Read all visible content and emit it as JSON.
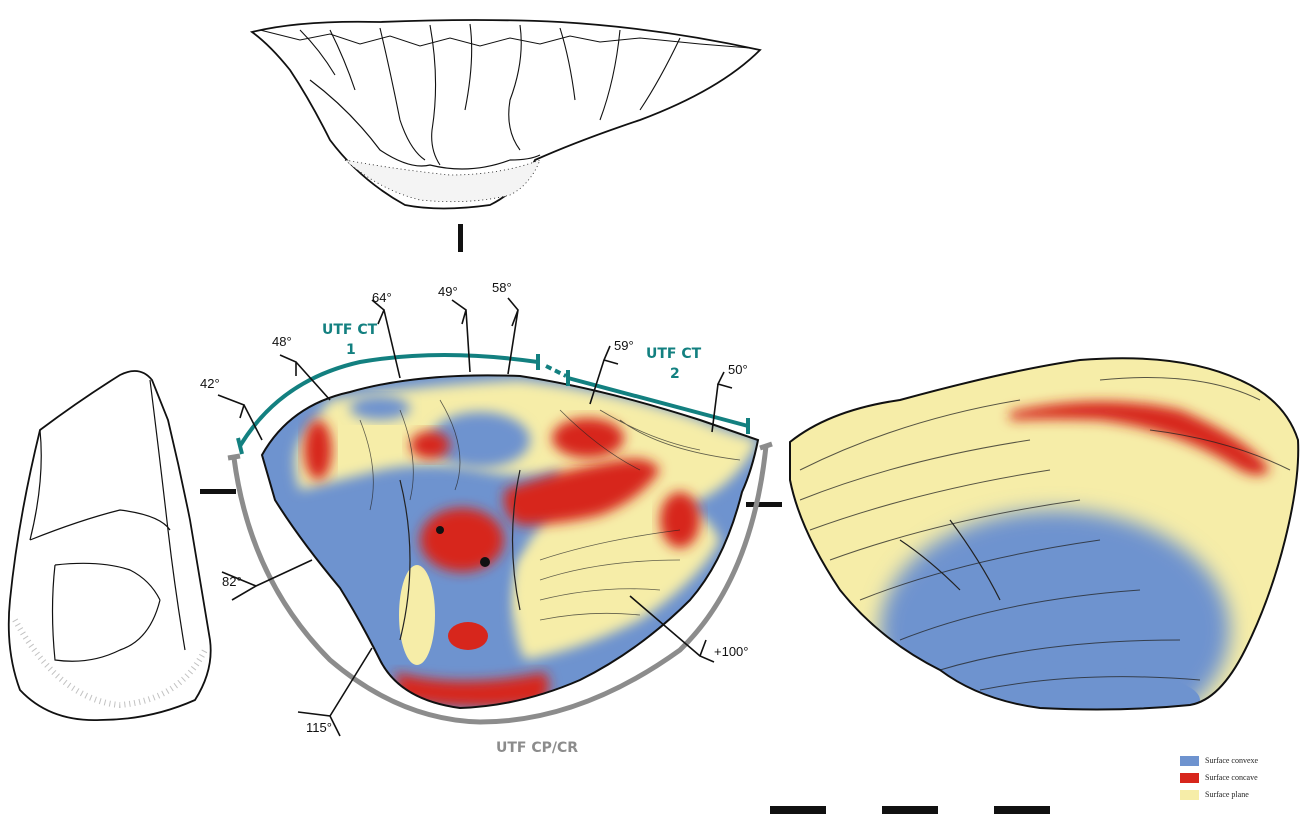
{
  "colors": {
    "convex": "#6e93cf",
    "concave": "#d7261c",
    "flat": "#f6eda8",
    "teal": "#138080",
    "gray": "#8c8c8c"
  },
  "labels": {
    "utf_ct1_line1": "UTF CT",
    "utf_ct1_line2": "1",
    "utf_ct2_line1": "UTF CT",
    "utf_ct2_line2": "2",
    "utf_cp_cr": "UTF CP/CR"
  },
  "angles": [
    "42°",
    "48°",
    "64°",
    "49°",
    "58°",
    "59°",
    "50°",
    "82°",
    "115°",
    "+100°"
  ],
  "legend": {
    "items": [
      {
        "label": "Surface convexe",
        "color": "#6e93cf"
      },
      {
        "label": "Surface concave",
        "color": "#d7261c"
      },
      {
        "label": "Surface plane",
        "color": "#f6eda8"
      }
    ]
  },
  "scale_bar": {
    "segments": 5
  }
}
